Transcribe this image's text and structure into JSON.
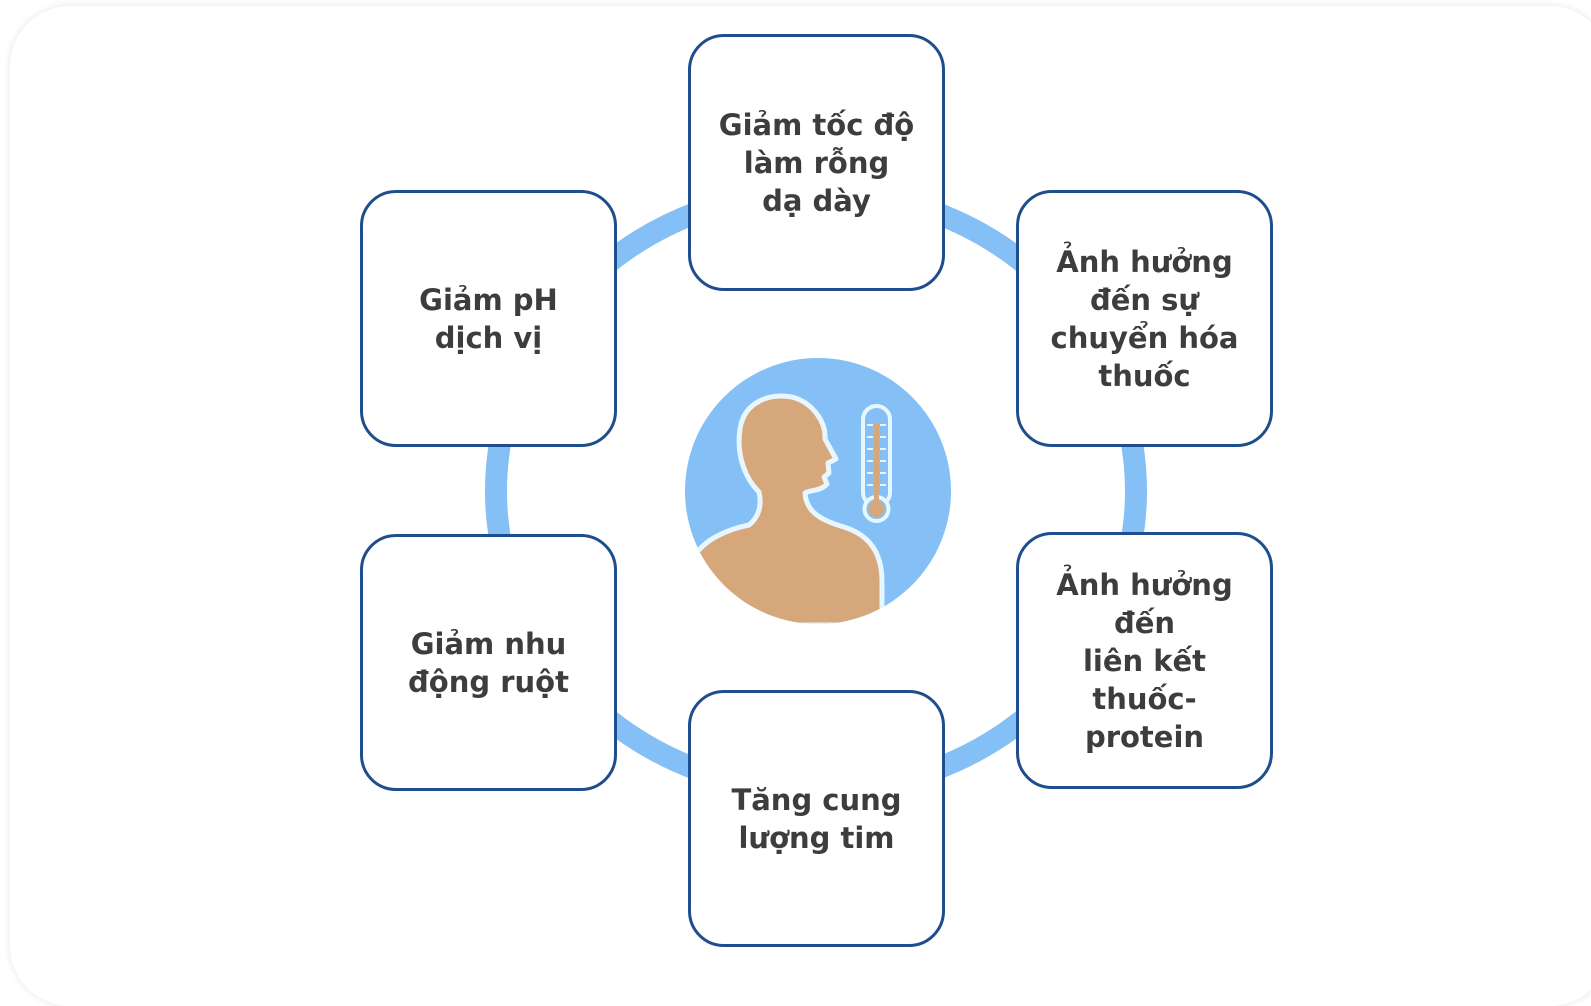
{
  "diagram": {
    "colors": {
      "ring": "#84bff5",
      "box_border": "#1f4e8c",
      "text": "#3d3d3d",
      "center_bg": "#84bff5",
      "skin": "#d6a77a",
      "outline": "#e8f7ff",
      "thermometer_fill": "#d6a77a"
    },
    "center_icon": "person-fever-thermometer-icon",
    "nodes": [
      {
        "label": "Giảm tốc độ\nlàm rỗng\ndạ dày"
      },
      {
        "label": "Ảnh hưởng\nđến sự\nchuyển hóa\nthuốc"
      },
      {
        "label": "Ảnh hưởng\nđến\nliên kết\nthuốc-\nprotein"
      },
      {
        "label": "Tăng cung\nlượng tim"
      },
      {
        "label": "Giảm nhu\nđộng ruột"
      },
      {
        "label": "Giảm pH\ndịch vị"
      }
    ]
  }
}
